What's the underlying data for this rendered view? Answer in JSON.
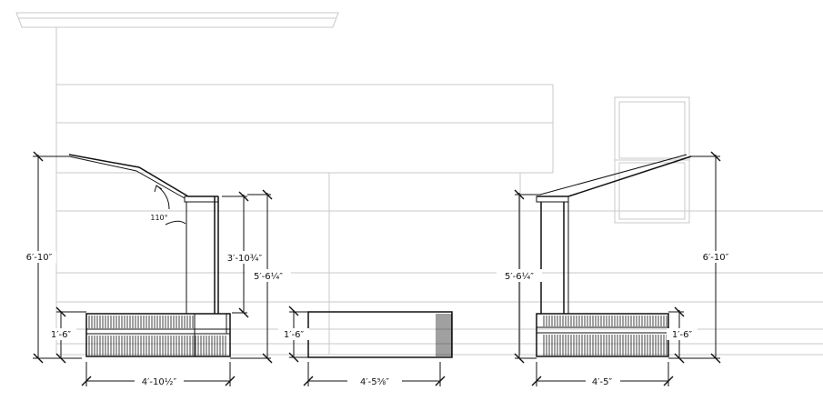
{
  "dimensions": {
    "left_total_height": "6′-10″",
    "left_bench_height": "1′-6″",
    "left_bench_width": "4′-10½″",
    "left_upper_height": "3′-10¾″",
    "left_post_height": "5′-6¼″",
    "roof_angle": "110°",
    "middle_bench_height": "1′-6″",
    "middle_bench_width": "4′-5⅝″",
    "right_post_height": "5′-6¼″",
    "right_total_height": "6′-10″",
    "right_bench_height": "1′-6″",
    "right_bench_width": "4′-5″"
  }
}
